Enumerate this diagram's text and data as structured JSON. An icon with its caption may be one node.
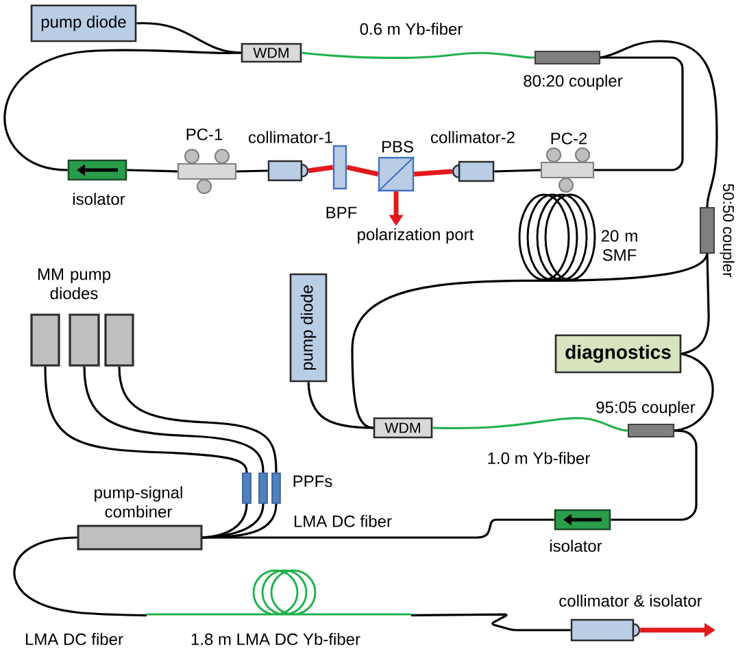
{
  "diagram": {
    "nodes": [
      {
        "text": [
          "pump diode"
        ]
      },
      {
        "text": [
          "WDM"
        ]
      },
      {
        "text": [
          "80:20 coupler"
        ]
      },
      {
        "text": [
          "PC-2"
        ]
      },
      {
        "text": [
          "collimator-2"
        ]
      },
      {
        "text": [
          "PBS"
        ]
      },
      {
        "text": [
          "BPF"
        ]
      },
      {
        "text": [
          "collimator-1"
        ]
      },
      {
        "text": [
          "PC-1"
        ]
      },
      {
        "text": [
          "isolator"
        ]
      },
      {
        "text": [
          "50:50 coupler"
        ]
      },
      {
        "text": [
          "20 m SMF"
        ]
      },
      {
        "text": [
          "diagnostics"
        ]
      },
      {
        "text": [
          "pump diode"
        ]
      },
      {
        "text": [
          "WDM"
        ]
      },
      {
        "text": [
          "95:05 coupler"
        ]
      },
      {
        "text": [
          "isolator"
        ]
      },
      {
        "text": [
          "pump-signal combiner"
        ]
      },
      {
        "text": [],
        "shape": "box"
      },
      {
        "text": [],
        "shape": "box"
      },
      {
        "text": [],
        "shape": "box"
      },
      {
        "text": [],
        "shape": "bar"
      },
      {
        "text": [],
        "shape": "bar"
      },
      {
        "text": [],
        "shape": "bar"
      },
      {
        "text": [
          "collimator & isolator"
        ]
      },
      {
        "text": [
          "1.8 m LMA DC Yb-fiber"
        ]
      },
      {
        "text": [
          "polarization port"
        ]
      }
    ],
    "edges": [
      {
        "from": 0,
        "to": 1,
        "arrow": "none"
      },
      {
        "from": 9,
        "to": 1,
        "arrow": "none"
      },
      {
        "from": 1,
        "to": 2,
        "arrow": "none",
        "label": "0.6 m Yb-fiber",
        "color": "#22b14c"
      },
      {
        "from": 2,
        "to": 3,
        "arrow": "none"
      },
      {
        "from": 2,
        "to": 10,
        "arrow": "none"
      },
      {
        "from": 3,
        "to": 4,
        "arrow": "none"
      },
      {
        "from": 4,
        "to": 5,
        "arrow": "none",
        "style": "thick",
        "color": "#e3191c"
      },
      {
        "from": 5,
        "to": 6,
        "arrow": "none",
        "style": "thick",
        "color": "#e3191c"
      },
      {
        "from": 6,
        "to": 7,
        "arrow": "none",
        "style": "thick",
        "color": "#e3191c"
      },
      {
        "from": 7,
        "to": 8,
        "arrow": "none"
      },
      {
        "from": 8,
        "to": 9,
        "arrow": "none"
      },
      {
        "from": 5,
        "to": 26,
        "arrow": "to",
        "style": "thick",
        "color": "#e3191c"
      },
      {
        "from": 10,
        "to": 11,
        "arrow": "none"
      },
      {
        "from": 11,
        "to": 14,
        "arrow": "none"
      },
      {
        "from": 13,
        "to": 14,
        "arrow": "none"
      },
      {
        "from": 10,
        "to": 12,
        "arrow": "none"
      },
      {
        "from": 15,
        "to": 12,
        "arrow": "none"
      },
      {
        "from": 14,
        "to": 15,
        "arrow": "none",
        "label": "1.0 m Yb-fiber",
        "color": "#22b14c"
      },
      {
        "from": 15,
        "to": 16,
        "arrow": "none"
      },
      {
        "from": 16,
        "to": 17,
        "arrow": "none",
        "label": "LMA DC fiber"
      },
      {
        "from": 18,
        "to": 21,
        "arrow": "none"
      },
      {
        "from": 19,
        "to": 22,
        "arrow": "none"
      },
      {
        "from": 20,
        "to": 23,
        "arrow": "none"
      },
      {
        "from": 21,
        "to": 17,
        "arrow": "none"
      },
      {
        "from": 22,
        "to": 17,
        "arrow": "none"
      },
      {
        "from": 23,
        "to": 17,
        "arrow": "none"
      },
      {
        "from": 17,
        "to": 25,
        "arrow": "none",
        "label": "LMA DC fiber"
      },
      {
        "from": 25,
        "to": 24,
        "arrow": "none"
      },
      {
        "from": 24,
        "to": null,
        "arrow": "to",
        "style": "thick",
        "color": "#e3191c"
      }
    ],
    "labels": [
      "MM pump diodes",
      "PPFs"
    ]
  }
}
